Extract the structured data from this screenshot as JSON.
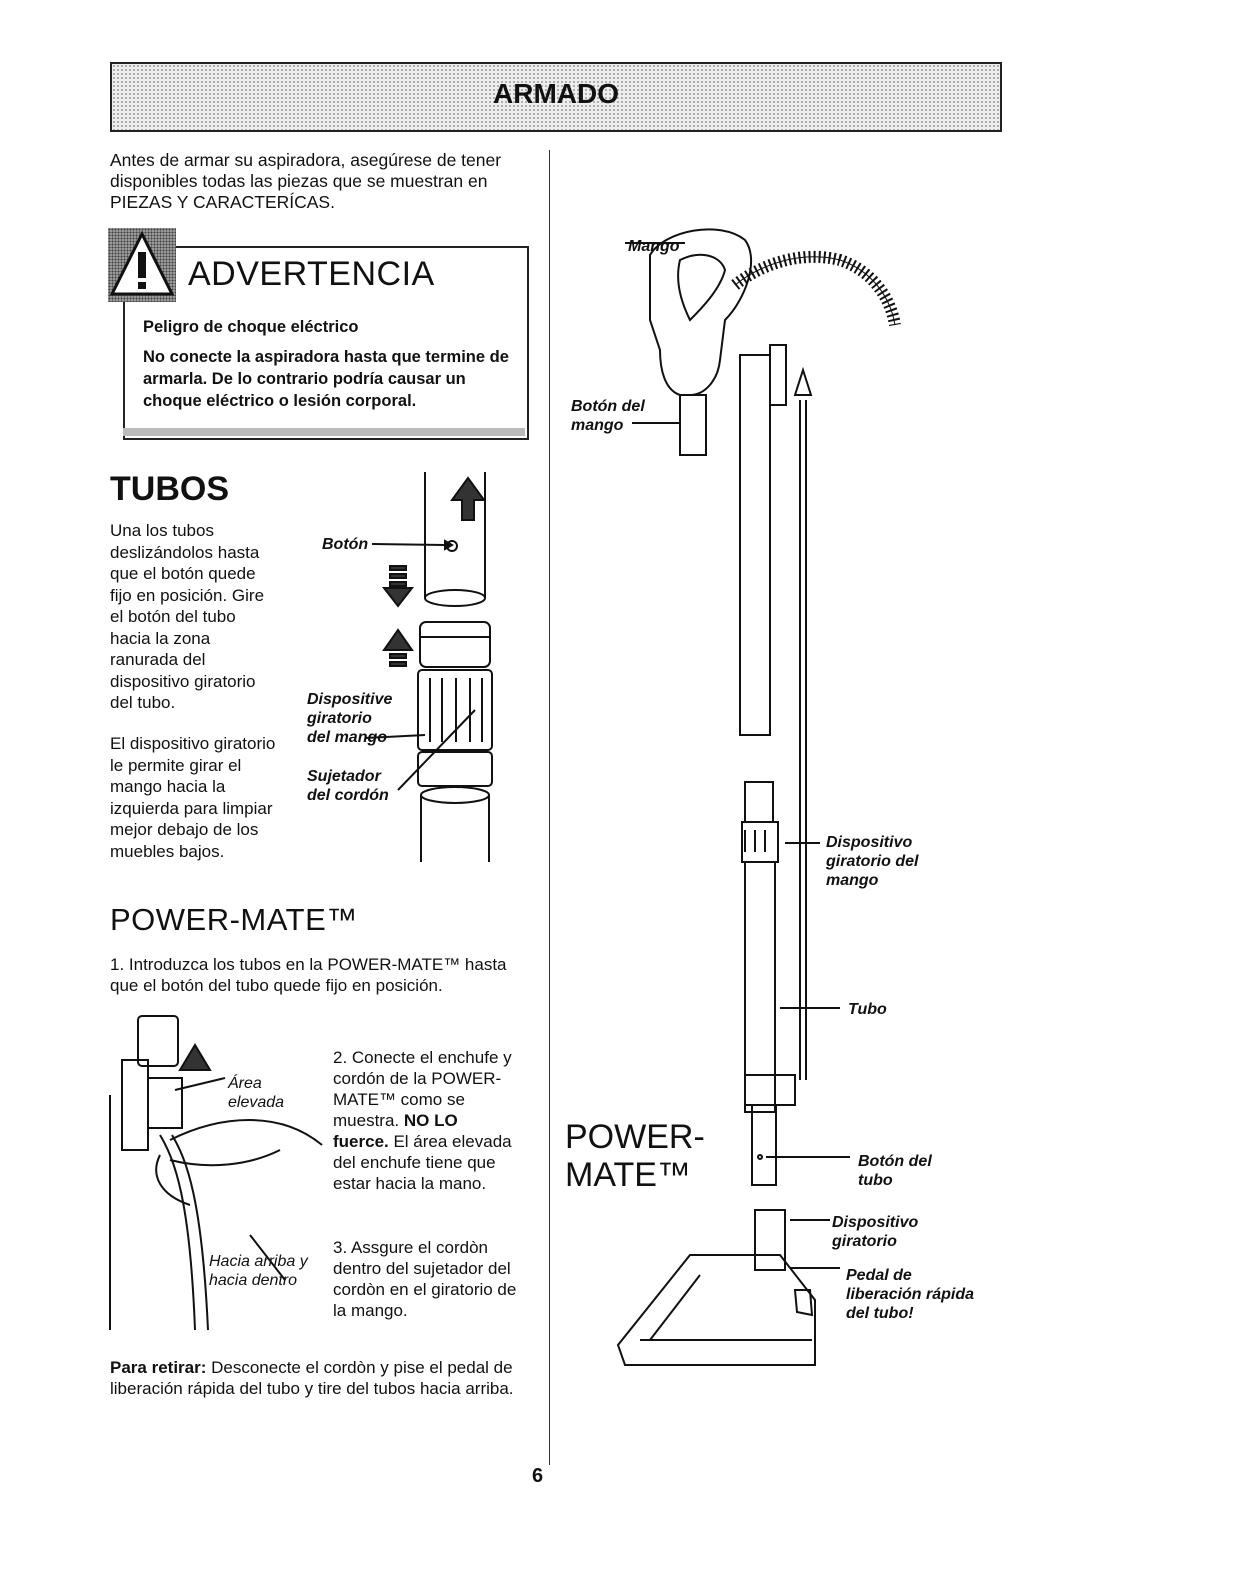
{
  "header": {
    "title": "ARMADO"
  },
  "intro": "Antes de armar su aspiradora, asegúrese de tener disponibles todas las piezas que se muestran en PIEZAS Y CARACTERÍCAS.",
  "warning": {
    "title": "ADVERTENCIA",
    "subtitle": "Peligro de choque eléctrico",
    "body": "No conecte la aspiradora hasta que termine de armarla. De lo contrario podría causar un choque eléctrico o lesión corporal."
  },
  "tubos": {
    "title": "TUBOS",
    "p1": "Una los tubos deslizándolos hasta que el botón quede fijo en posición. Gire el botón del tubo hacia la zona ranurada del dispositivo giratorio del tubo.",
    "p2": "El dispositivo giratorio le permite girar el mango hacia la izquierda para limpiar mejor debajo de los muebles bajos.",
    "labels": {
      "boton": "Botón",
      "dispositivo": "Dispositive giratorio del mango",
      "sujetador": "Sujetador del cordón"
    }
  },
  "powermate": {
    "title": "POWER-MATE™",
    "step1": "1. Introduzca los tubos en la POWER-MATE™ hasta que el botón del tubo quede fijo en posición.",
    "step2_pre": "2. Conecte el enchufe y cordón de la POWER-MATE™ como se muestra. ",
    "step2_bold": "NO LO fuerce.",
    "step2_post": " El área elevada del enchufe tiene que estar hacia la mano.",
    "step3": "3. Assgure el cordòn dentro del sujetador del cordòn en el giratorio de la mango.",
    "label_area": "Área elevada",
    "label_hacia": "Hacia arriba y hacia dentro"
  },
  "remove": {
    "bold": "Para retirar:",
    "text": " Desconecte el cordòn y pise el pedal de liberación rápida del tubo y tire del tubos hacia arriba."
  },
  "right": {
    "label_mango": "Mango",
    "label_boton_mango": "Botón del mango",
    "label_dispositivo": "Dispositivo giratorio del mango",
    "label_tubo": "Tubo",
    "big_title_1": "POWER-",
    "big_title_2": "MATE™",
    "label_boton_tubo": "Botón del tubo",
    "label_dispositivo2": "Dispositivo giratorio",
    "label_pedal": "Pedal de liberación rápida del tubo!"
  },
  "page_number": "6"
}
